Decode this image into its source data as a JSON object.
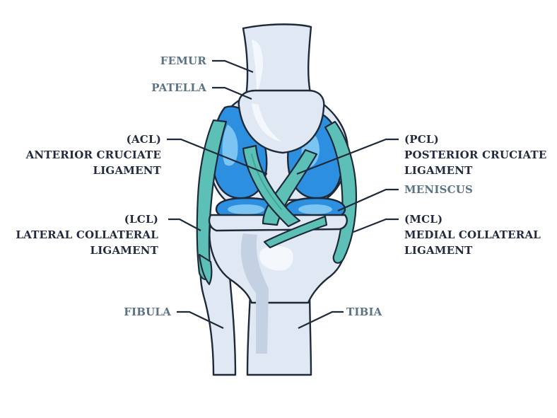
{
  "diagram": {
    "colors": {
      "outline": "#1e2a3a",
      "bone": "#dfe8f3",
      "bone_shade": "#c3d1e2",
      "bone_highlight": "#f4f8fc",
      "cartilage": "#2d8fe0",
      "cartilage_light": "#7cc4f2",
      "ligament": "#5cc0b6",
      "ligament_dark": "#3ea59a",
      "label_dark": "#232a3d",
      "label_gray": "#5b7383"
    },
    "labels": {
      "femur": [
        "FEMUR"
      ],
      "patella": [
        "PATELLA"
      ],
      "acl": [
        "(ACL)",
        "ANTERIOR CRUCIATE",
        "LIGAMENT"
      ],
      "lcl": [
        "(LCL)",
        "LATERAL COLLATERAL",
        "LIGAMENT"
      ],
      "fibula": [
        "FIBULA"
      ],
      "pcl": [
        "(PCL)",
        "POSTERIOR CRUCIATE",
        "LIGAMENT"
      ],
      "meniscus": [
        "MENISCUS"
      ],
      "mcl": [
        "(MCL)",
        "MEDIAL COLLATERAL",
        "LIGAMENT"
      ],
      "tibia": [
        "TIBIA"
      ]
    }
  }
}
